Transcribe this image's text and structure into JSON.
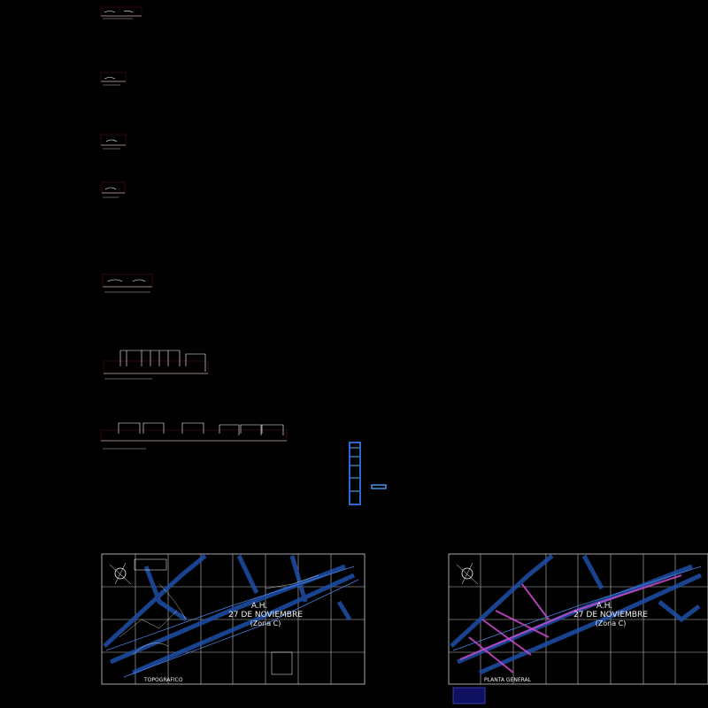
{
  "sheets": [
    {
      "title": "TOPOGRAFICO",
      "project": {
        "line1": "A.H.",
        "line2": "27 DE NOVIEMBRE",
        "line3": "(Zona C)"
      }
    },
    {
      "title": "PLANTA GENERAL",
      "project": {
        "line1": "A.H.",
        "line2": "27 DE NOVIEMBRE",
        "line3": "(Zona C)"
      }
    }
  ],
  "colors": {
    "background": "#000000",
    "streets": "#1f4fa8",
    "network": "#d04ad0",
    "grid": "#bfbfbf"
  }
}
